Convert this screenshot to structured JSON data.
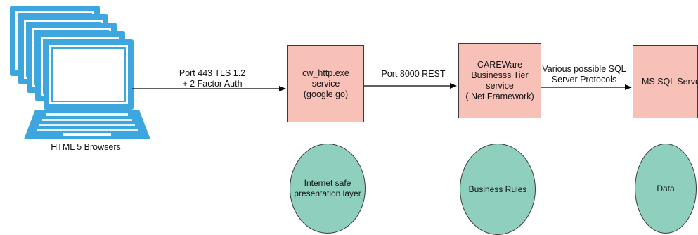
{
  "colors": {
    "box_fill": "#f8c1b8",
    "circle_fill": "#8fcfbd",
    "screen_fill": "#3ea6de",
    "stroke": "#000000"
  },
  "client": {
    "icon": "stacked-laptops-icon",
    "label": "HTML 5 Browsers"
  },
  "edges": {
    "browser_to_http": "Port 443 TLS 1.2\n+ 2 Factor Auth",
    "http_to_tier": "Port 8000 REST",
    "tier_to_sql": "Various  possible SQL\nServer Protocols"
  },
  "nodes": {
    "http_service": "cw_http.exe\nservice\n(google go)",
    "business_tier": "CAREWare\nBusinesss Tier\nservice\n(.Net Framework)",
    "sql_server": "MS SQL Server"
  },
  "layers": {
    "presentation": "Internet safe\npresentation layer",
    "business": "Business Rules",
    "data": "Data"
  }
}
